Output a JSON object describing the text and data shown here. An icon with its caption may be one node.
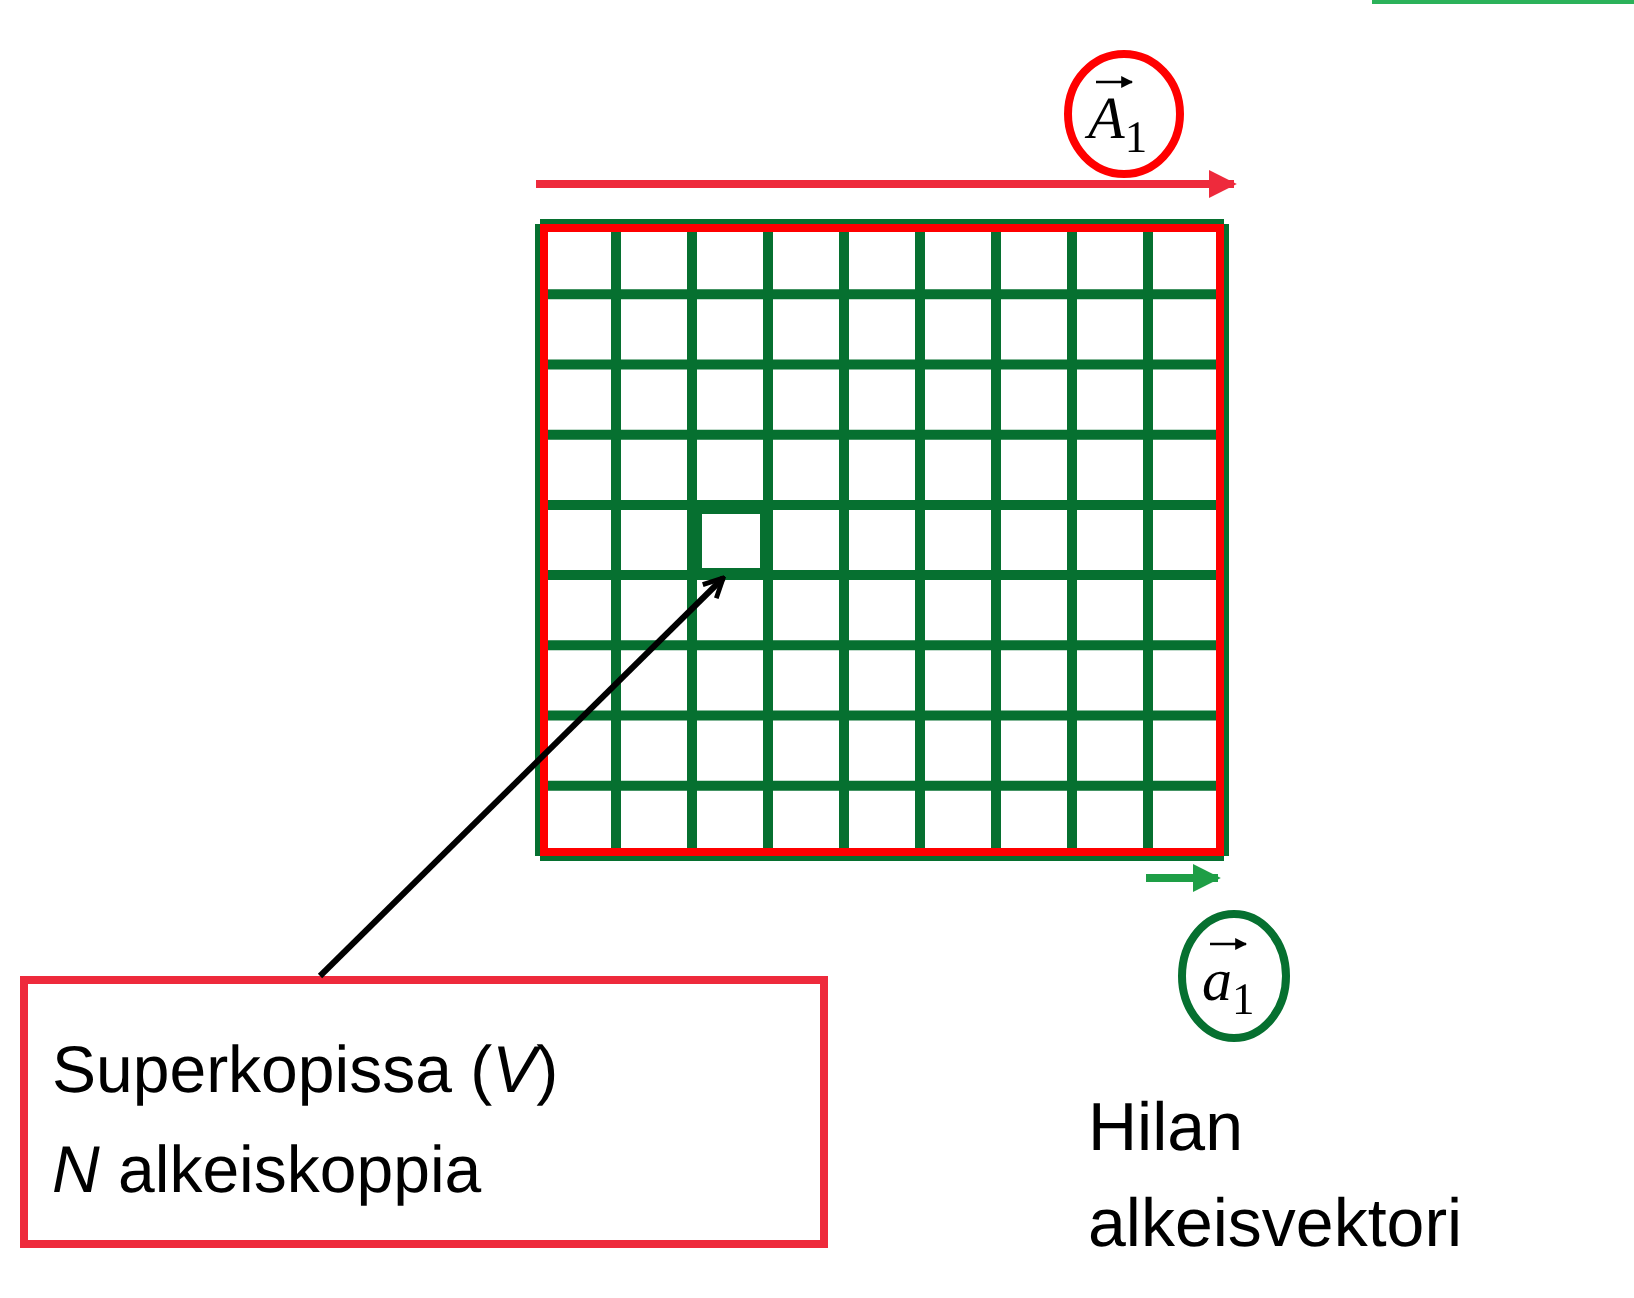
{
  "diagram": {
    "nodes": [
      {
        "text": [],
        "shape": "box"
      },
      {
        "text": [
          "Superkopissa (*V*) *N* alkeiskoppia"
        ]
      },
      {
        "text": [],
        "shape": "box",
        "in": 0
      },
      {
        "text": [
          "*A*$_{1}$"
        ]
      },
      {
        "text": [
          "*a*$_{1}$"
        ]
      }
    ],
    "edges": [
      {
        "from": 1,
        "to": 2,
        "arrow": "to"
      }
    ],
    "labels": [
      "Hilan alkeisvektori"
    ]
  }
}
